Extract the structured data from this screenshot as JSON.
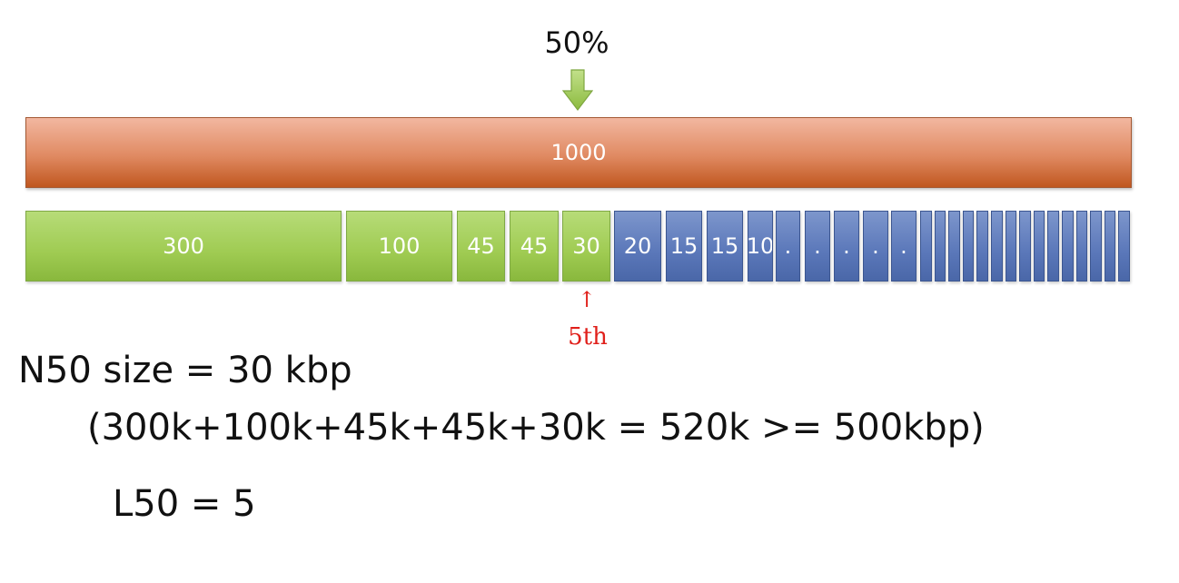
{
  "header": {
    "percent_label": "50%"
  },
  "total_bar": {
    "label": "1000"
  },
  "contigs": {
    "labeled": [
      "300",
      "100",
      "45",
      "45",
      "30",
      "20",
      "15",
      "15",
      "10",
      ".",
      ".",
      ".",
      ".",
      "."
    ],
    "unlabeled_small_count": 15
  },
  "marker": {
    "arrow": "↑",
    "label": "5th"
  },
  "results": {
    "n50": "N50 size = 30 kbp",
    "sum": "(300k+100k+45k+45k+30k = 520k >= 500kbp)",
    "l50": "L50 = 5"
  },
  "icons": {
    "percent_arrow": "down-arrow-icon"
  },
  "colors": {
    "total_bar": "#d9774a",
    "counted_contig": "#9fcb52",
    "remaining_contig": "#5a77b9",
    "marker": "#e0201b"
  }
}
